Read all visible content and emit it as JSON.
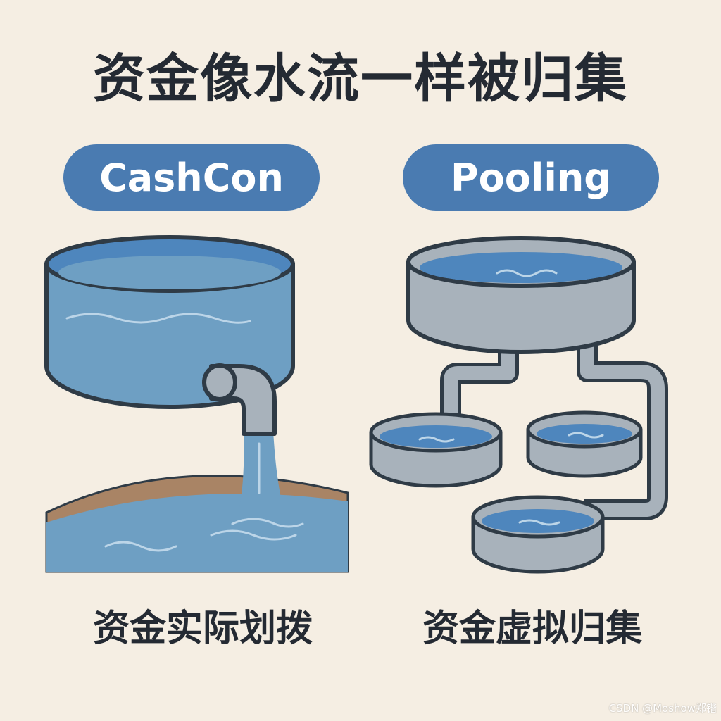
{
  "title": "资金像水流一样被归集",
  "left": {
    "label": "CashCon",
    "caption": "资金实际划拨"
  },
  "right": {
    "label": "Pooling",
    "caption": "资金虚拟归集"
  },
  "watermark": "CSDN @Moshow郑锴",
  "colors": {
    "background": "#f5eee3",
    "pill": "#4a7bb1",
    "water": "#6e9fc3",
    "water_surface": "#4e86bd",
    "outline": "#2f3b46",
    "grey_tank": "#a8b2bb",
    "ground": "#a98465"
  }
}
